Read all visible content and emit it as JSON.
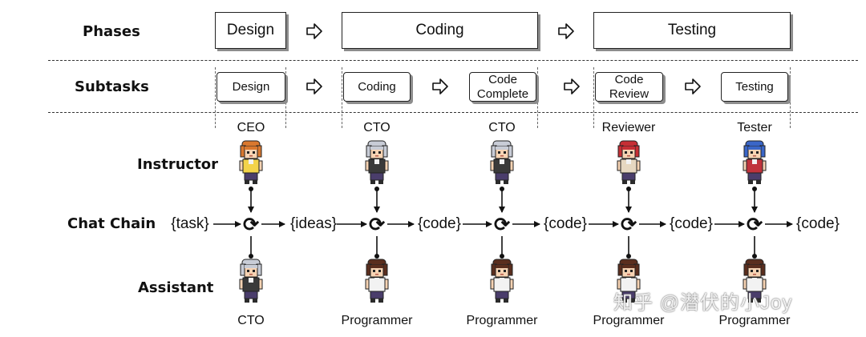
{
  "rows": {
    "phases": "Phases",
    "subtasks": "Subtasks",
    "instructor": "Instructor",
    "chat_chain": "Chat Chain",
    "assistant": "Assistant"
  },
  "phases": [
    "Design",
    "Coding",
    "Testing"
  ],
  "subtasks": [
    {
      "line1": "Design",
      "line2": ""
    },
    {
      "line1": "Coding",
      "line2": ""
    },
    {
      "line1": "Code",
      "line2": "Complete"
    },
    {
      "line1": "Code",
      "line2": "Review"
    },
    {
      "line1": "Testing",
      "line2": ""
    }
  ],
  "instructors": [
    {
      "role": "CEO",
      "avatar": "ceo-avatar",
      "hair": "#d9782e",
      "shirt": "#f3d34a"
    },
    {
      "role": "CTO",
      "avatar": "cto-avatar",
      "hair": "#c8ccd6",
      "shirt": "#3a3a3a"
    },
    {
      "role": "CTO",
      "avatar": "cto-avatar",
      "hair": "#c8ccd6",
      "shirt": "#3a3a3a"
    },
    {
      "role": "Reviewer",
      "avatar": "reviewer-avatar",
      "hair": "#c62f35",
      "shirt": "#e6d7c0"
    },
    {
      "role": "Tester",
      "avatar": "tester-avatar",
      "hair": "#3a66c8",
      "shirt": "#c0333c"
    }
  ],
  "assistants": [
    {
      "role": "CTO",
      "avatar": "cto-avatar",
      "hair": "#c8ccd6",
      "shirt": "#3a3a3a"
    },
    {
      "role": "Programmer",
      "avatar": "programmer-avatar",
      "hair": "#5a2e1e",
      "shirt": "#f2f2f2"
    },
    {
      "role": "Programmer",
      "avatar": "programmer-avatar",
      "hair": "#5a2e1e",
      "shirt": "#f2f2f2"
    },
    {
      "role": "Programmer",
      "avatar": "programmer-avatar",
      "hair": "#5a2e1e",
      "shirt": "#f2f2f2"
    },
    {
      "role": "Programmer",
      "avatar": "programmer-avatar",
      "hair": "#5a2e1e",
      "shirt": "#f2f2f2"
    }
  ],
  "chain_tokens": [
    "{task}",
    "{ideas}",
    "{code}",
    "{code}",
    "{code}",
    "{code}"
  ],
  "chain_symbol": "⟳",
  "watermark": "知乎 @潜伏的小Joy",
  "colors": {
    "line": "#111111",
    "shadow": "#8d8d8d",
    "dash": "#333333"
  }
}
